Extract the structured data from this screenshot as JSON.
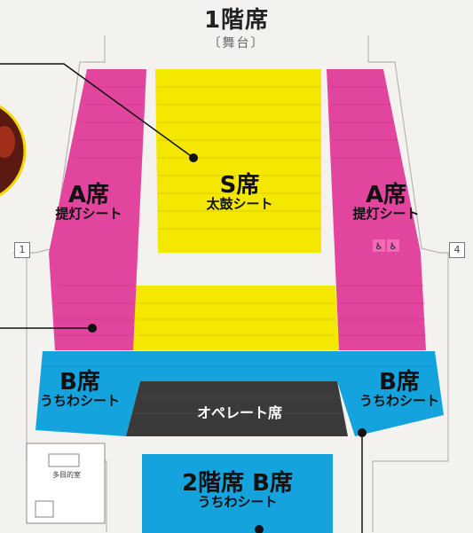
{
  "map": {
    "title": "1階席",
    "stage_label": "〔舞台〕",
    "colors": {
      "pink": "#e2459d",
      "yellow": "#f4e800",
      "blue": "#14a3dc",
      "gray": "#3a3a3a",
      "background": "#f4f2ee"
    },
    "sections": {
      "s_seat": {
        "name": "S席",
        "sub": "太鼓シート"
      },
      "a_left": {
        "name": "A席",
        "sub": "提灯シート"
      },
      "a_right": {
        "name": "A席",
        "sub": "提灯シート"
      },
      "b_left": {
        "name": "B席",
        "sub": "うちわシート"
      },
      "b_right": {
        "name": "B席",
        "sub": "うちわシート"
      },
      "operator": {
        "name": "オペレート席"
      },
      "second_floor": {
        "name": "2階席 B席",
        "sub": "うちわシート"
      }
    },
    "doors": {
      "left": "1",
      "right": "4"
    },
    "multipurpose_room": "多目的室"
  }
}
